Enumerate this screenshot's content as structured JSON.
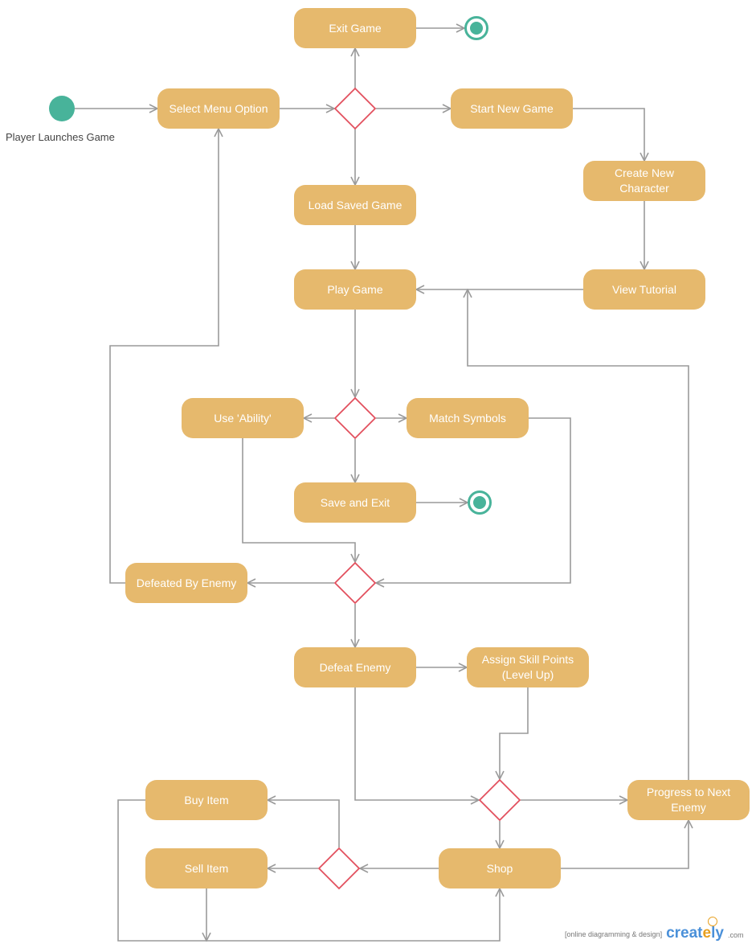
{
  "diagram": {
    "start_label": "Player Launches Game",
    "nodes": {
      "exit_game": "Exit Game",
      "select_menu": "Select Menu Option",
      "start_new_game": "Start New Game",
      "create_character_l1": "Create New",
      "create_character_l2": "Character",
      "load_saved": "Load Saved Game",
      "play_game": "Play Game",
      "view_tutorial": "View Tutorial",
      "use_ability": "Use 'Ability'",
      "match_symbols": "Match Symbols",
      "save_exit": "Save and Exit",
      "defeated": "Defeated By Enemy",
      "defeat_enemy": "Defeat Enemy",
      "assign_l1": "Assign Skill Points",
      "assign_l2": "(Level Up)",
      "progress_l1": "Progress to Next",
      "progress_l2": "Enemy",
      "buy_item": "Buy Item",
      "sell_item": "Sell Item",
      "shop": "Shop"
    },
    "colors": {
      "action": "#e6b96d",
      "decision": "#e2505e",
      "terminal": "#48b39a",
      "edge": "#9a9a9a"
    }
  },
  "watermark": {
    "tagline": "[online diagramming & design]",
    "brand_main": "creat",
    "brand_accent": "e",
    "brand_end": "ly",
    "domain": ".com"
  }
}
